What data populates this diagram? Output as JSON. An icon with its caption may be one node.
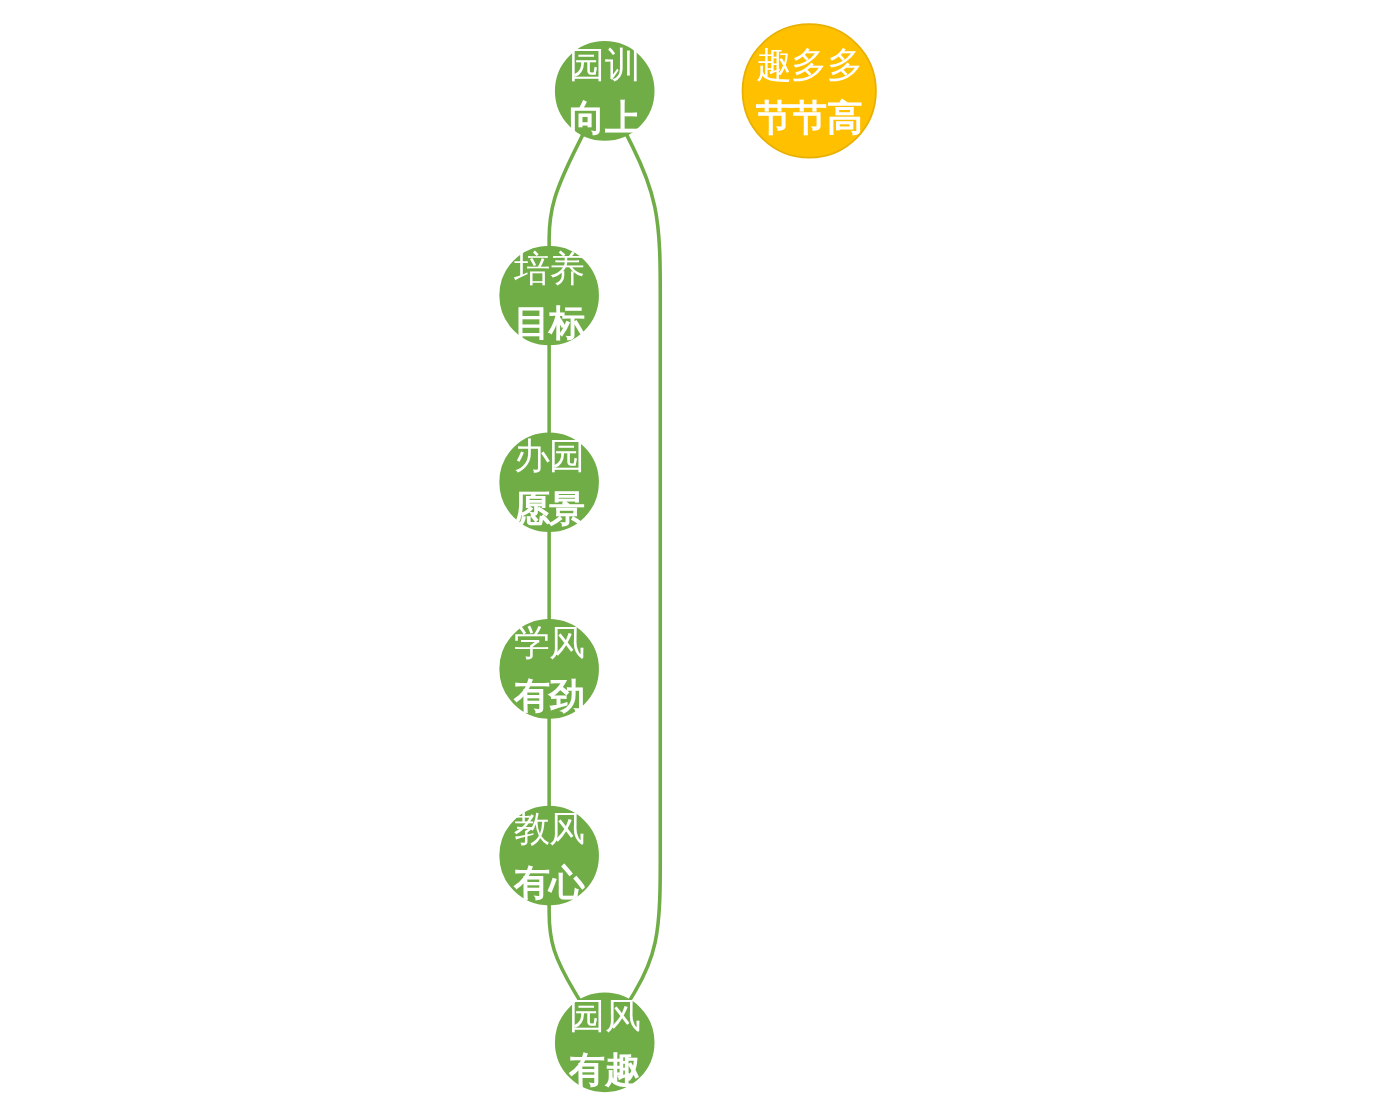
{
  "diagram": {
    "nodes": [
      {
        "text": [
          "园训",
          "向上"
        ]
      },
      {
        "text": [
          "培养",
          "目标"
        ]
      },
      {
        "text": [
          "园风",
          "有趣"
        ]
      },
      {
        "text": [
          "趣多多",
          "节节高"
        ]
      },
      {
        "text": [
          "办园",
          "愿景"
        ]
      },
      {
        "text": [
          "教风",
          "有心"
        ]
      },
      {
        "text": [
          "学风",
          "有劲"
        ]
      }
    ],
    "edges": [
      {
        "from": 0,
        "to": 1,
        "arrow": "none"
      },
      {
        "from": 1,
        "to": 4,
        "arrow": "none"
      },
      {
        "from": 4,
        "to": 6,
        "arrow": "none"
      },
      {
        "from": 6,
        "to": 5,
        "arrow": "none"
      },
      {
        "from": 5,
        "to": 2,
        "arrow": "none"
      },
      {
        "from": 2,
        "to": 0,
        "arrow": "none"
      }
    ]
  }
}
